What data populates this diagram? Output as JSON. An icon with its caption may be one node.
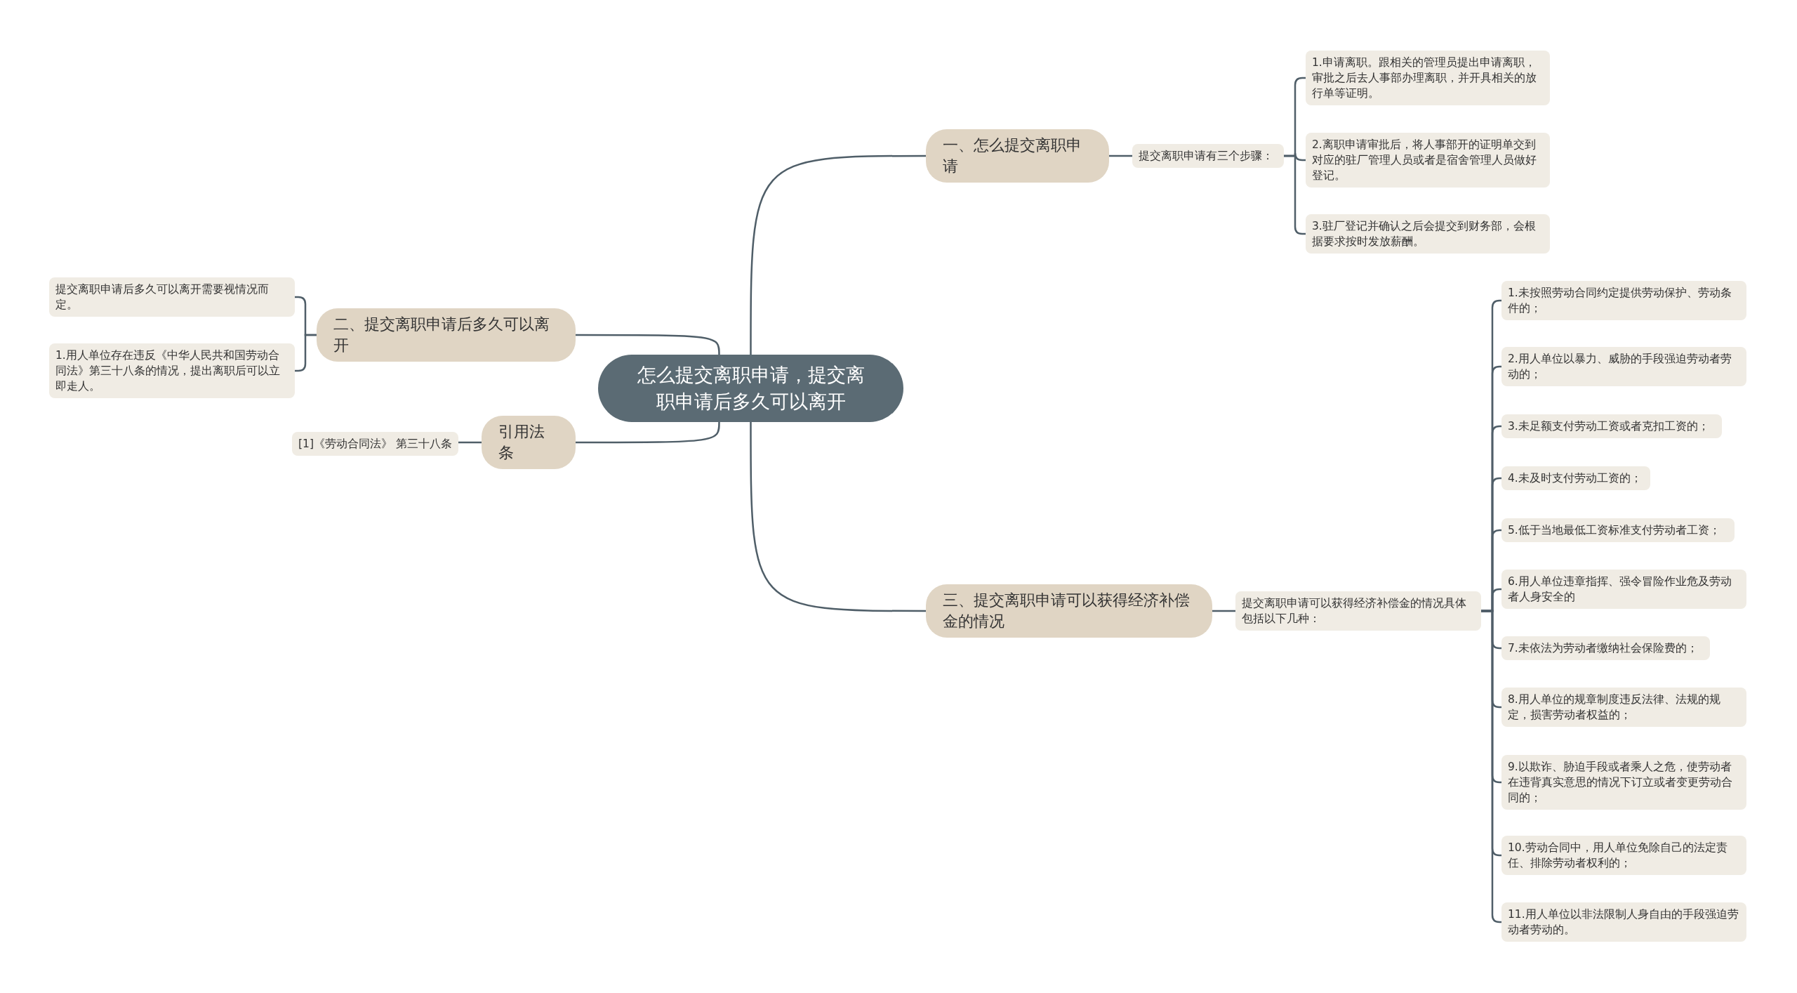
{
  "diagram": {
    "nodes": [
      {
        "text": [
          "怎么提交离职申请，提交离职申请后多久可以离开"
        ]
      },
      {
        "text": [
          "一、怎么提交离职申请"
        ]
      },
      {
        "text": [
          "提交离职申请有三个步骤："
        ]
      },
      {
        "text": [
          "1.申请离职。跟相关的管理员提出申请离职，审批之后去人事部办理离职，并开具相关的放行单等证明。"
        ]
      },
      {
        "text": [
          "2.离职申请审批后，将人事部开的证明单交到对应的驻厂管理人员或者是宿舍管理人员做好登记。"
        ]
      },
      {
        "text": [
          "3.驻厂登记并确认之后会提交到财务部，会根据要求按时发放薪酬。"
        ]
      },
      {
        "text": [
          "二、提交离职申请后多久可以离开"
        ]
      },
      {
        "text": [
          "提交离职申请后多久可以离开需要视情况而定。"
        ]
      },
      {
        "text": [
          "1.用人单位存在违反《中华人民共和国劳动合同法》第三十八条的情况，提出离职后可以立即走人。"
        ]
      },
      {
        "text": [
          "引用法条"
        ]
      },
      {
        "text": [
          "[1]《劳动合同法》 第三十八条"
        ]
      },
      {
        "text": [
          "三、提交离职申请可以获得经济补偿金的情况"
        ]
      },
      {
        "text": [
          "提交离职申请可以获得经济补偿金的情况具体包括以下几种："
        ]
      },
      {
        "text": [
          "1.未按照劳动合同约定提供劳动保护、劳动条件的；"
        ]
      },
      {
        "text": [
          "2.用人单位以暴力、威胁的手段强迫劳动者劳动的；"
        ]
      },
      {
        "text": [
          "3.未足额支付劳动工资或者克扣工资的；"
        ]
      },
      {
        "text": [
          "4.未及时支付劳动工资的；"
        ]
      },
      {
        "text": [
          "5.低于当地最低工资标准支付劳动者工资；"
        ]
      },
      {
        "text": [
          "6.用人单位违章指挥、强令冒险作业危及劳动者人身安全的"
        ]
      },
      {
        "text": [
          "7.未依法为劳动者缴纳社会保险费的；"
        ]
      },
      {
        "text": [
          "8.用人单位的规章制度违反法律、法规的规定，损害劳动者权益的；"
        ]
      },
      {
        "text": [
          "9.以欺诈、胁迫手段或者乘人之危，使劳动者在违背真实意思的情况下订立或者变更劳动合同的；"
        ]
      },
      {
        "text": [
          "10.劳动合同中，用人单位免除自己的法定责任、排除劳动者权利的；"
        ]
      },
      {
        "text": [
          "11.用人单位以非法限制人身自由的手段强迫劳动者劳动的。"
        ]
      }
    ],
    "edges": [
      {
        "from": 0,
        "to": 1,
        "arrow": "none"
      },
      {
        "from": 1,
        "to": 2,
        "arrow": "none"
      },
      {
        "from": 2,
        "to": 3,
        "arrow": "none"
      },
      {
        "from": 2,
        "to": 4,
        "arrow": "none"
      },
      {
        "from": 2,
        "to": 5,
        "arrow": "none"
      },
      {
        "from": 0,
        "to": 6,
        "arrow": "none"
      },
      {
        "from": 6,
        "to": 7,
        "arrow": "none"
      },
      {
        "from": 6,
        "to": 8,
        "arrow": "none"
      },
      {
        "from": 0,
        "to": 9,
        "arrow": "none"
      },
      {
        "from": 9,
        "to": 10,
        "arrow": "none"
      },
      {
        "from": 0,
        "to": 11,
        "arrow": "none"
      },
      {
        "from": 11,
        "to": 12,
        "arrow": "none"
      },
      {
        "from": 12,
        "to": 13,
        "arrow": "none"
      },
      {
        "from": 12,
        "to": 14,
        "arrow": "none"
      },
      {
        "from": 12,
        "to": 15,
        "arrow": "none"
      },
      {
        "from": 12,
        "to": 16,
        "arrow": "none"
      },
      {
        "from": 12,
        "to": 17,
        "arrow": "none"
      },
      {
        "from": 12,
        "to": 18,
        "arrow": "none"
      },
      {
        "from": 12,
        "to": 19,
        "arrow": "none"
      },
      {
        "from": 12,
        "to": 20,
        "arrow": "none"
      },
      {
        "from": 12,
        "to": 21,
        "arrow": "none"
      },
      {
        "from": 12,
        "to": 22,
        "arrow": "none"
      },
      {
        "from": 12,
        "to": 23,
        "arrow": "none"
      }
    ]
  }
}
